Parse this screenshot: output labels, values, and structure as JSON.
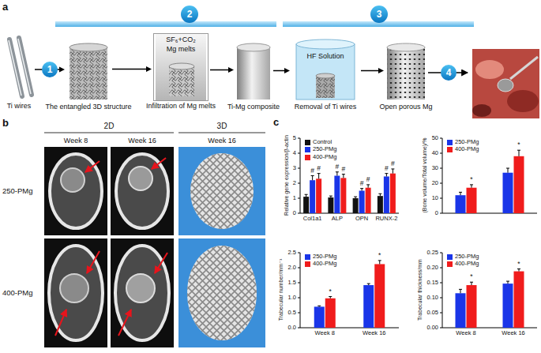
{
  "diagram": {
    "nodes": [
      {
        "text": [
          "1"
        ]
      },
      {
        "text": [
          "2"
        ]
      },
      {
        "text": [
          "3"
        ]
      },
      {
        "text": [
          "4"
        ]
      },
      {
        "text": [
          "Ti wires"
        ]
      },
      {
        "text": [
          "The entangled 3D structure"
        ]
      },
      {
        "text": [
          "SF₆+CO₂",
          "Mg melts",
          "Infiltration of Mg melts"
        ]
      },
      {
        "text": [
          "Ti-Mg composite"
        ]
      },
      {
        "text": [
          "HF Solution",
          "Removal of Ti wires"
        ]
      },
      {
        "text": [
          "Open porous Mg"
        ]
      }
    ],
    "edges": [
      {
        "from": 4,
        "to": 5,
        "arrow": "to"
      },
      {
        "from": 5,
        "to": 6,
        "arrow": "to"
      },
      {
        "from": 6,
        "to": 7,
        "arrow": "to"
      },
      {
        "from": 7,
        "to": 8,
        "arrow": "to"
      },
      {
        "from": 8,
        "to": 9,
        "arrow": "to"
      }
    ],
    "labels": [
      "a",
      "b",
      "c",
      "2D",
      "3D",
      "Week 8",
      "Week 16",
      "Week 16",
      "250-PMg",
      "400-PMg",
      "Relative gene expression/β-actin",
      "0",
      "1",
      "2",
      "3",
      "4",
      "5",
      "Col1a1",
      "ALP",
      "OPN",
      "RUNX-2",
      "#",
      "#",
      "#",
      "#",
      "#",
      "#",
      "#",
      "#",
      "(Bone volume/Total volume)/%",
      "0",
      "10",
      "20",
      "30",
      "40",
      "50",
      "*",
      "*",
      "Trabecular number/mm⁻¹",
      "0.0",
      "0.5",
      "1.0",
      "1.5",
      "2.0",
      "2.5",
      "Week 8",
      "Week 16",
      "*",
      "*",
      "Trabecular thickness/mm",
      "0.00",
      "0.05",
      "0.10",
      "0.15",
      "0.20",
      "0.25",
      "Week 8",
      "Week 16",
      "*",
      "*"
    ],
    "legend": [
      {
        "text": "Control",
        "color": "#111111"
      },
      {
        "text": "250-PMg",
        "color": "#1a35e8"
      },
      {
        "text": "400-PMg",
        "color": "#f01c1c"
      },
      {
        "text": "250-PMg",
        "color": "#1a35e8"
      },
      {
        "text": "400-PMg",
        "color": "#f01c1c"
      },
      {
        "text": "250-PMg",
        "color": "#1a35e8"
      },
      {
        "text": "400-PMg",
        "color": "#f01c1c"
      },
      {
        "text": "250-PMg",
        "color": "#1a35e8"
      },
      {
        "text": "400-PMg",
        "color": "#f01c1c"
      }
    ]
  }
}
